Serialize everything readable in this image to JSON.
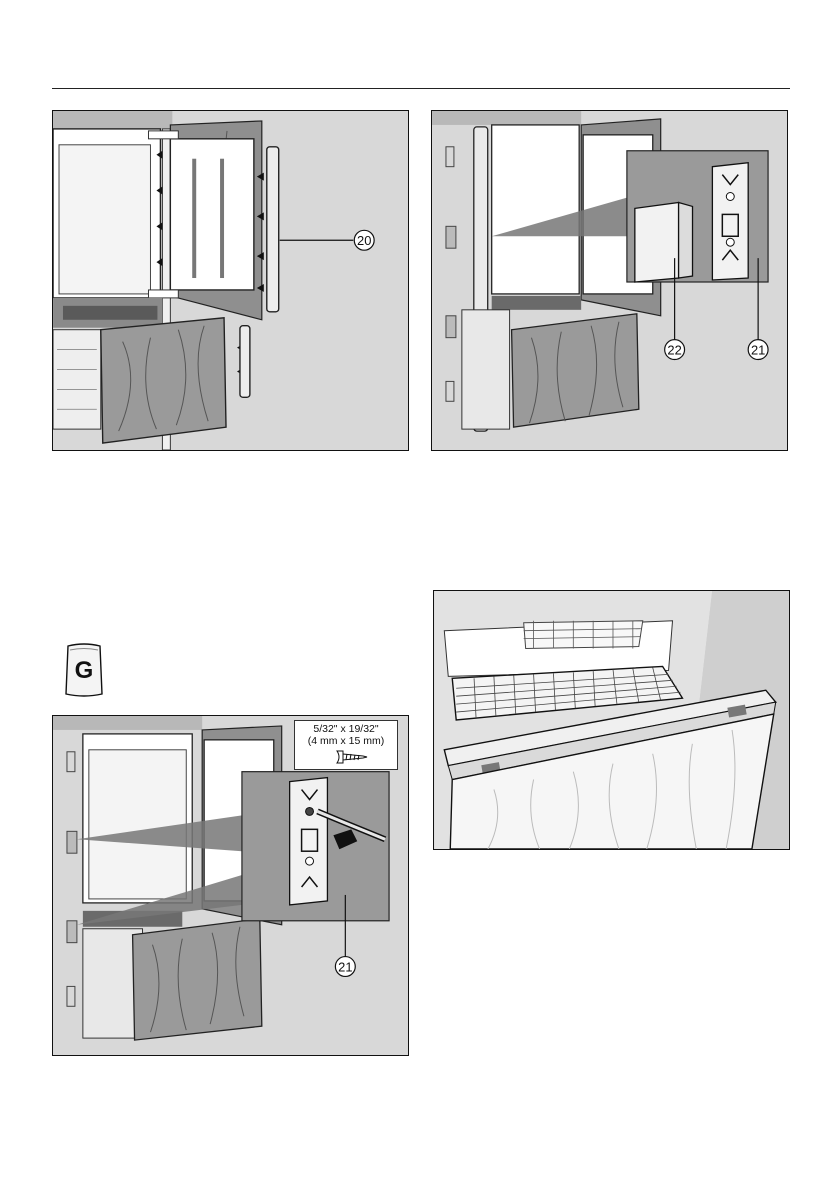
{
  "figures": {
    "fig1": {
      "callouts": [
        "20"
      ]
    },
    "fig2": {
      "callouts": [
        "22",
        "21"
      ]
    },
    "fig3": {
      "screw_size_line1": "5/32\" x 19/32\"",
      "screw_size_line2": "(4 mm x 15 mm)",
      "callouts": [
        "21"
      ]
    },
    "fig4": {}
  },
  "accessory_bag": {
    "letter": "G"
  },
  "colors": {
    "wood_panel": "#9a9a9a",
    "appliance_interior": "#f2f2f2",
    "backdrop": "#d8d8d8",
    "ink": "#111111"
  }
}
